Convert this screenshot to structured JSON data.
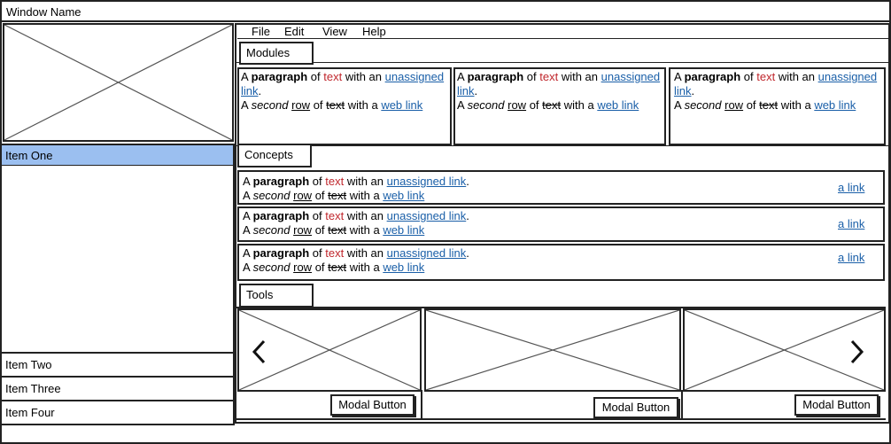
{
  "window": {
    "title": "Window Name"
  },
  "sidebar": {
    "items": [
      {
        "label": "Item One",
        "selected": true
      },
      {
        "label": "Item Two",
        "selected": false
      },
      {
        "label": "Item Three",
        "selected": false
      },
      {
        "label": "Item Four",
        "selected": false
      }
    ],
    "selected_color": "#9bbff0"
  },
  "menubar": {
    "items": [
      "File",
      "Edit",
      "View",
      "Help"
    ]
  },
  "paragraph": {
    "p1": "A ",
    "bold": "paragraph",
    "p2": " of ",
    "red": "text",
    "p3": " with an ",
    "unassigned_link": "unassigned link",
    "p4": ".",
    "p5": "A ",
    "italic": "second",
    "p6": " ",
    "underlined": "row",
    "p7": " of ",
    "strike": "text",
    "p8": " with a ",
    "web_link": "web link"
  },
  "modules": {
    "title": "Modules"
  },
  "concepts": {
    "title": "Concepts",
    "row_link": "a link"
  },
  "tools": {
    "title": "Tools",
    "button_label": "Modal Button"
  },
  "colors": {
    "link": "#1a5fa8",
    "red_text": "#c0272d",
    "border": "#222222"
  }
}
